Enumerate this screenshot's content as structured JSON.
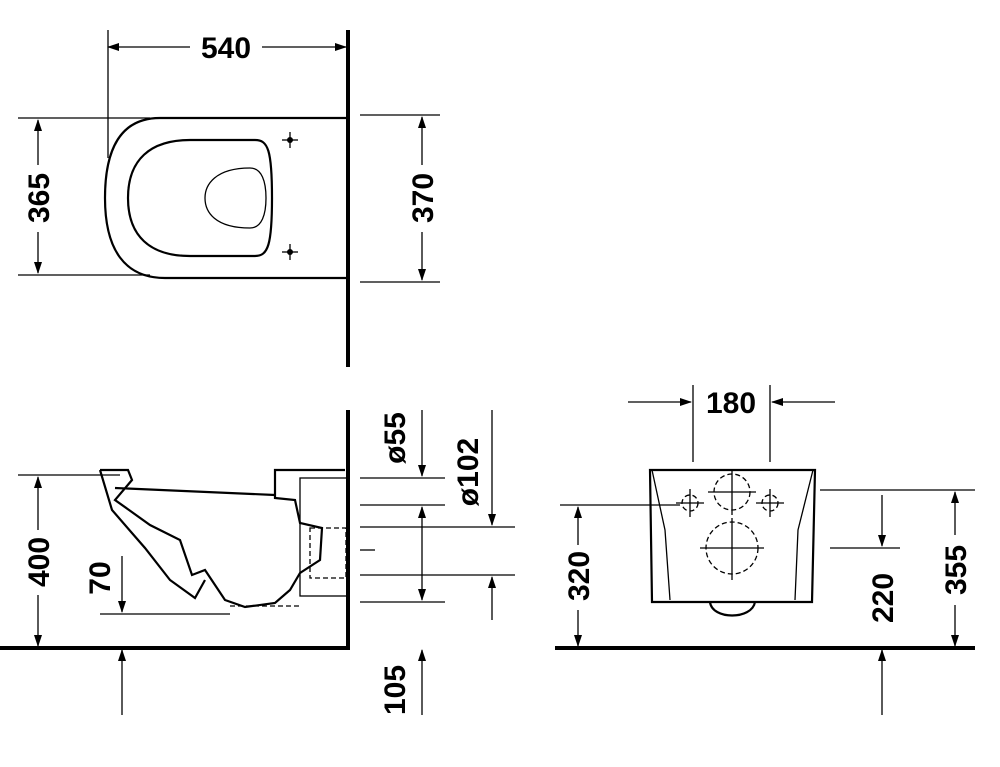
{
  "title": "Wall-mounted toilet dimension drawing",
  "top_view": {
    "width": "540",
    "left_depth": "365",
    "right_depth": "370"
  },
  "side_view": {
    "height": "400",
    "outlet_height": "70",
    "floor_offset": "105",
    "inlet_diameter": "ø55",
    "outlet_diameter": "ø102"
  },
  "front_view": {
    "fixing_distance": "180",
    "fixing_height": "320",
    "outlet_center": "220",
    "top_height": "355"
  }
}
